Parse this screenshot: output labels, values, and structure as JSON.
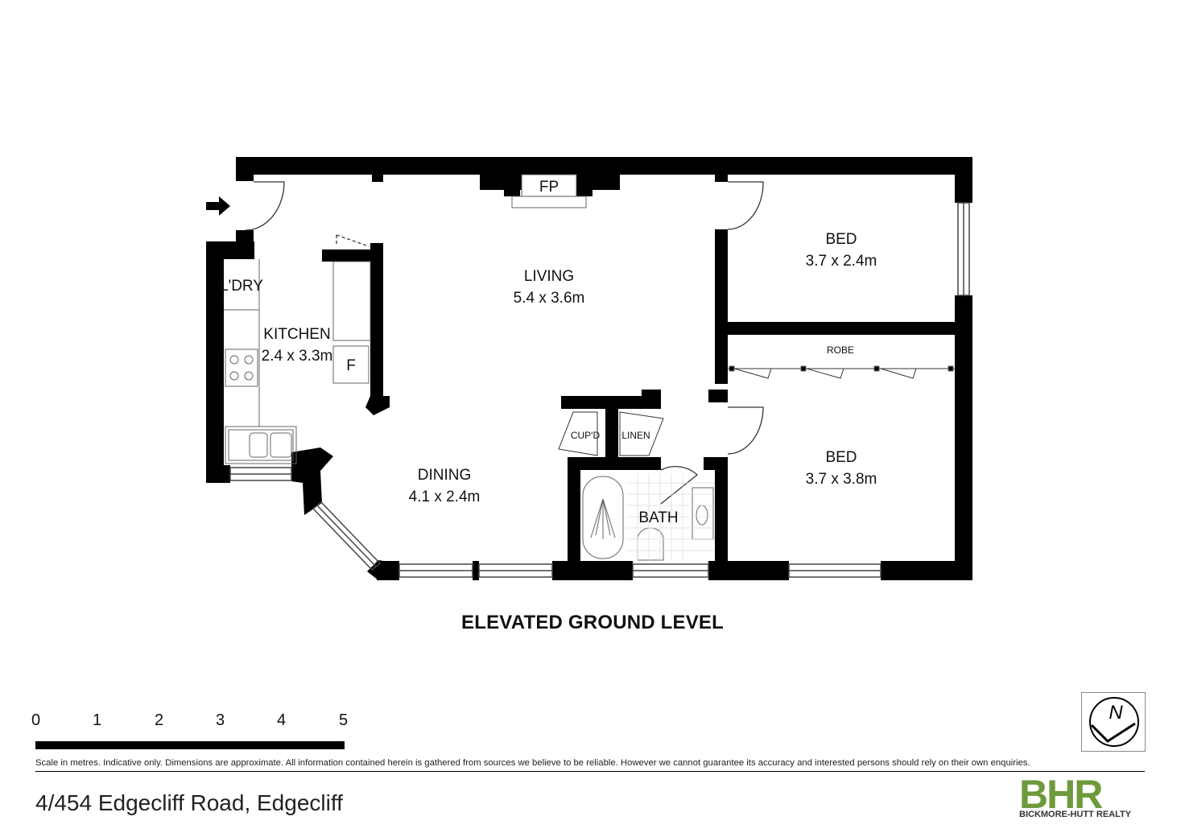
{
  "plan": {
    "fp_label": "FP",
    "living": {
      "name": "LIVING",
      "size": "5.4 x 3.6m"
    },
    "kitchen": {
      "name": "KITCHEN",
      "size": "2.4 x 3.3m"
    },
    "laundry": "L'DRY",
    "fridge": "F",
    "dining": {
      "name": "DINING",
      "size": "4.1 x 2.4m"
    },
    "cupboard": "CUP'D",
    "linen": "LINEN",
    "bath": "BATH",
    "bed1": {
      "name": "BED",
      "size": "3.7 x 2.4m"
    },
    "bed2": {
      "name": "BED",
      "size": "3.7 x 3.8m"
    },
    "robe": "ROBE",
    "level": "ELEVATED GROUND LEVEL"
  },
  "scale": {
    "ticks": [
      "0",
      "1",
      "2",
      "3",
      "4",
      "5"
    ]
  },
  "disclaimer": "Scale in metres. Indicative only. Dimensions are approximate. All information contained herein is gathered from sources we believe to be reliable. However we cannot guarantee its accuracy and interested persons should rely on their own enquiries.",
  "address": "4/454 Edgecliff Road, Edgecliff",
  "compass": {
    "north": "N"
  },
  "logo": {
    "mark": "BHR",
    "name": "BICKMORE-HUTT REALTY",
    "color": "#6e9a3c"
  }
}
